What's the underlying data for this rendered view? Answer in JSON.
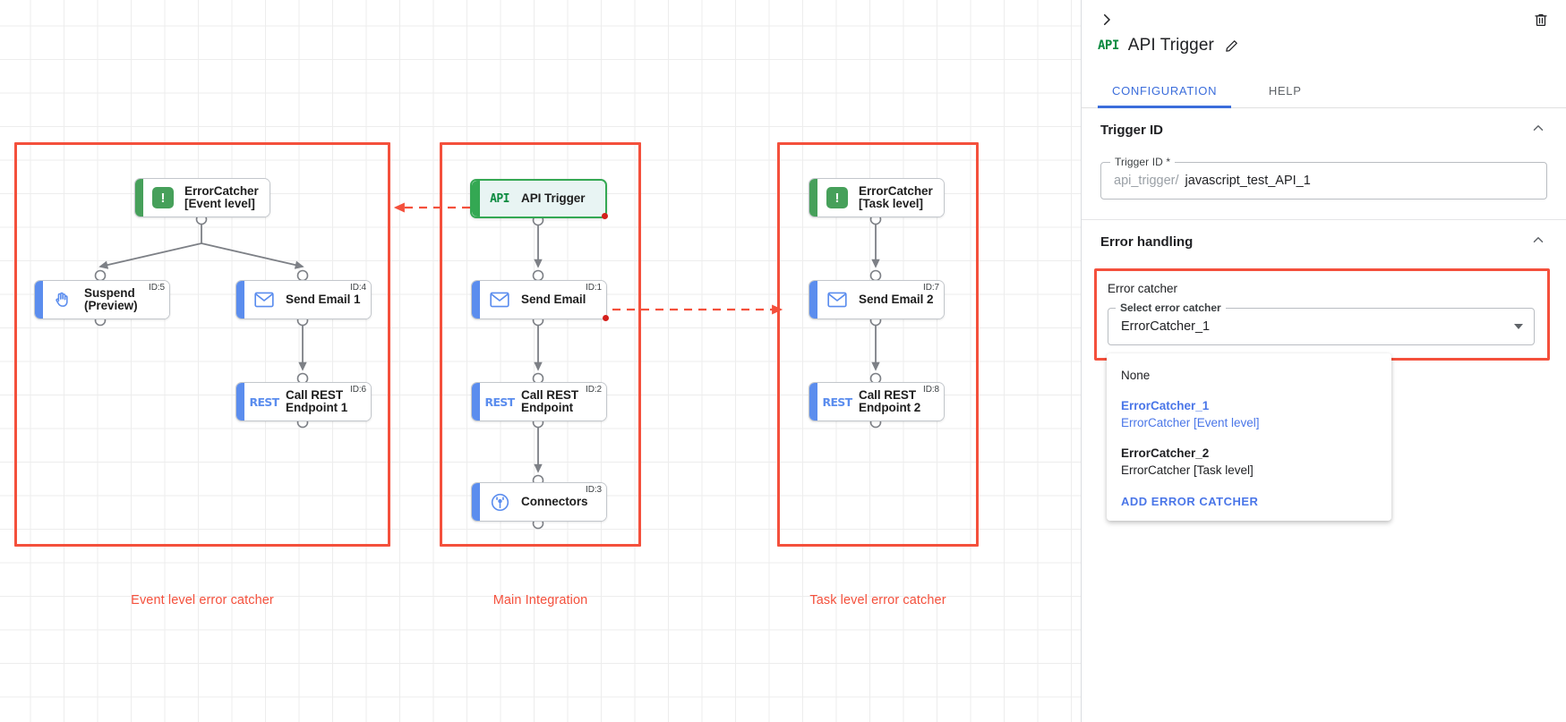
{
  "canvas": {
    "groups": [
      {
        "caption": "Event level error catcher"
      },
      {
        "caption": "Main Integration"
      },
      {
        "caption": "Task level error catcher"
      }
    ],
    "nodes": {
      "event_errorcatcher": {
        "label": "ErrorCatcher\n[Event level]",
        "icon": "error-catcher-icon",
        "id_badge": ""
      },
      "suspend": {
        "label": "Suspend\n(Preview)",
        "icon": "hand-icon",
        "id_badge": "ID:5"
      },
      "send_email_1": {
        "label": "Send Email 1",
        "icon": "envelope-icon",
        "id_badge": "ID:4"
      },
      "call_rest_1": {
        "label": "Call REST\nEndpoint 1",
        "icon": "rest-icon",
        "id_badge": "ID:6"
      },
      "api_trigger": {
        "label": "API Trigger",
        "icon": "api-icon",
        "id_badge": ""
      },
      "send_email": {
        "label": "Send Email",
        "icon": "envelope-icon",
        "id_badge": "ID:1"
      },
      "call_rest": {
        "label": "Call REST\nEndpoint",
        "icon": "rest-icon",
        "id_badge": "ID:2"
      },
      "connectors": {
        "label": "Connectors",
        "icon": "connectors-icon",
        "id_badge": "ID:3"
      },
      "task_errorcatcher": {
        "label": "ErrorCatcher\n[Task level]",
        "icon": "error-catcher-icon",
        "id_badge": ""
      },
      "send_email_2": {
        "label": "Send Email 2",
        "icon": "envelope-icon",
        "id_badge": "ID:7"
      },
      "call_rest_2": {
        "label": "Call REST\nEndpoint 2",
        "icon": "rest-icon",
        "id_badge": "ID:8"
      }
    },
    "glyphs": {
      "api": "API",
      "rest": "REST",
      "error": "!"
    },
    "colors": {
      "group_border": "#f4503c",
      "accent_blue": "#5b8dee",
      "accent_green": "#46a05a",
      "selected_border": "#34a853",
      "status_dot": "#d4201c",
      "edge": "#7d8086"
    }
  },
  "panel": {
    "title": "API Trigger",
    "title_icon_text": "API",
    "collapse_icon": "chevron-right-icon",
    "delete_icon": "trash-icon",
    "edit_icon": "pencil-icon",
    "tabs": [
      {
        "label": "CONFIGURATION",
        "active": true
      },
      {
        "label": "HELP",
        "active": false
      }
    ],
    "sections": {
      "trigger_id": {
        "header": "Trigger ID",
        "field_legend": "Trigger ID *",
        "prefix": "api_trigger/",
        "value": "javascript_test_API_1"
      },
      "error_handling": {
        "header": "Error handling",
        "card_title": "Error catcher",
        "select_legend": "Select error catcher",
        "select_value": "ErrorCatcher_1",
        "options": [
          {
            "primary": "None",
            "secondary": "",
            "highlight": false,
            "plain": true
          },
          {
            "primary": "ErrorCatcher_1",
            "secondary": "ErrorCatcher [Event level]",
            "highlight": true,
            "plain": false
          },
          {
            "primary": "ErrorCatcher_2",
            "secondary": "ErrorCatcher [Task level]",
            "highlight": false,
            "plain": false
          }
        ],
        "action_label": "ADD ERROR CATCHER"
      }
    }
  }
}
